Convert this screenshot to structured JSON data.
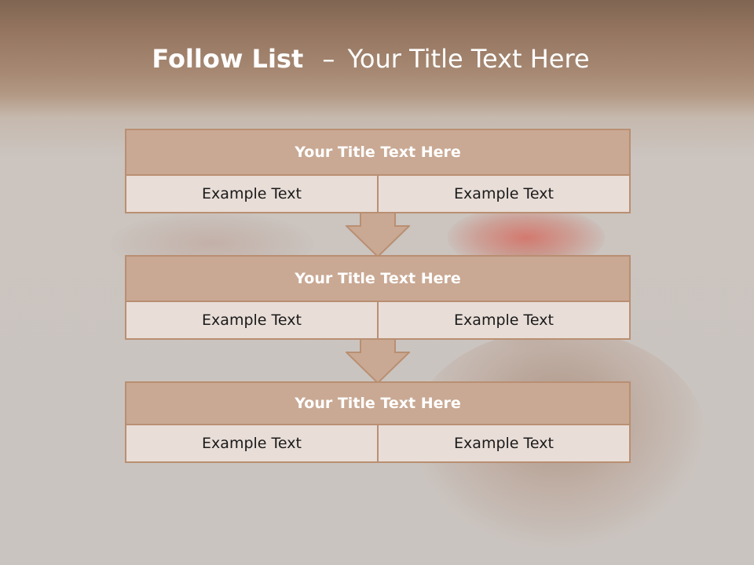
{
  "slide": {
    "title_strong": "Follow List",
    "title_dash": "–",
    "title_rest": "Your Title Text Here"
  },
  "blocks": [
    {
      "title": "Your Title Text Here",
      "left": "Example Text",
      "right": "Example Text"
    },
    {
      "title": "Your Title Text Here",
      "left": "Example Text",
      "right": "Example Text"
    },
    {
      "title": "Your Title Text Here",
      "left": "Example Text",
      "right": "Example Text"
    }
  ],
  "icons": {
    "connector": "down-arrow-icon"
  },
  "colors": {
    "header_band": "#957560",
    "block_border": "#b98f72",
    "block_header": "#c9a994",
    "block_body": "#e8ddd7",
    "arrow_fill": "#c9a994"
  }
}
